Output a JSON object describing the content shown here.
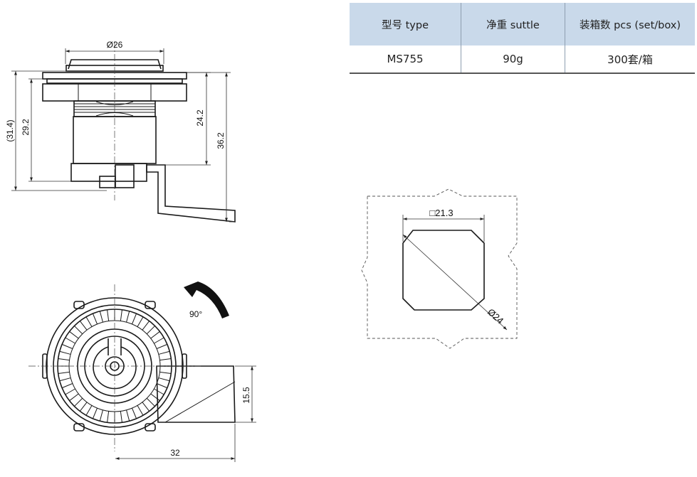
{
  "spec_table": {
    "headers": [
      "型号 type",
      "净重 suttle",
      "装箱数 pcs (set/box)"
    ],
    "rows": [
      [
        "MS755",
        "90g",
        "300套/箱"
      ]
    ]
  },
  "side_view": {
    "dim_diameter": "Ø26",
    "dim_total_height": "(31.4)",
    "dim_body_height": "29.2",
    "dim_thread_height": "24.2",
    "dim_cam_height": "36.2"
  },
  "front_view": {
    "rotation_label": "90°",
    "dim_cam_width": "15.5",
    "dim_cam_length": "32"
  },
  "cutout": {
    "dim_square": "□21.3",
    "dim_diameter": "Ø24"
  }
}
